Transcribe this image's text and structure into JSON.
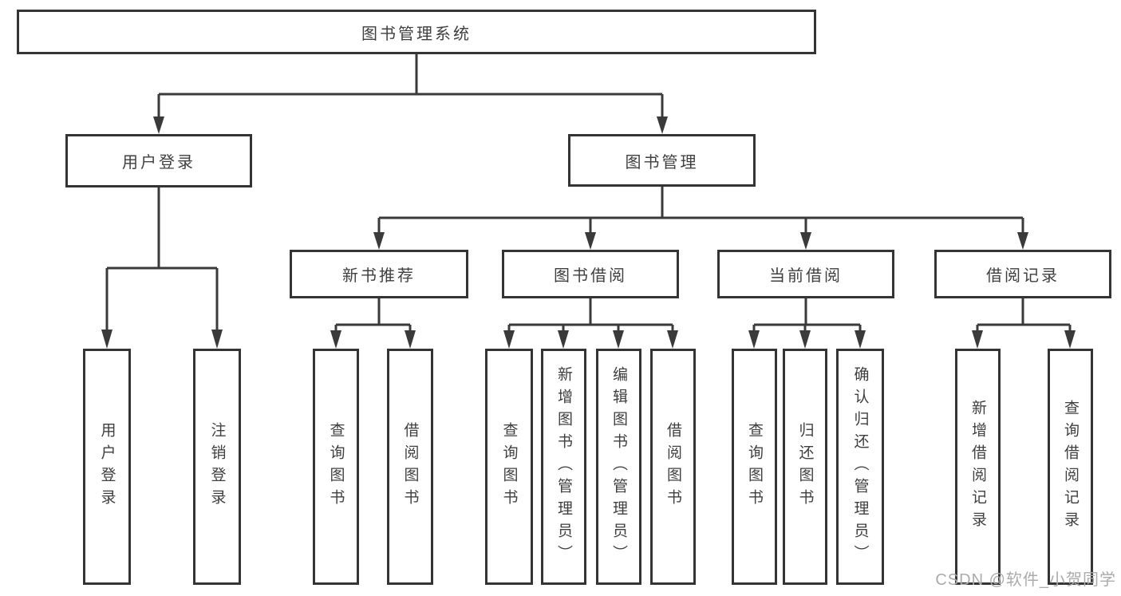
{
  "tree": {
    "label": "图书管理系统",
    "children": [
      {
        "label": "用户登录",
        "children": [
          {
            "label": "用户登录"
          },
          {
            "label": "注销登录"
          }
        ]
      },
      {
        "label": "图书管理",
        "children": [
          {
            "label": "新书推荐",
            "children": [
              {
                "label": "查询图书"
              },
              {
                "label": "借阅图书"
              }
            ]
          },
          {
            "label": "图书借阅",
            "children": [
              {
                "label": "查询图书"
              },
              {
                "label": "新增图书（管理员）"
              },
              {
                "label": "编辑图书（管理员）"
              },
              {
                "label": "借阅图书"
              }
            ]
          },
          {
            "label": "当前借阅",
            "children": [
              {
                "label": "查询图书"
              },
              {
                "label": "归还图书"
              },
              {
                "label": "确认归还（管理员）"
              }
            ]
          },
          {
            "label": "借阅记录",
            "children": [
              {
                "label": "新增借阅记录"
              },
              {
                "label": "查询借阅记录"
              }
            ]
          }
        ]
      }
    ]
  },
  "watermark": {
    "text": "CSDN @软件_小贺同学"
  },
  "colors": {
    "line": "#3a3a3a",
    "box_border": "#343434",
    "text": "#3f3f3f",
    "watermark": "#ababab",
    "background": "#ffffff"
  }
}
